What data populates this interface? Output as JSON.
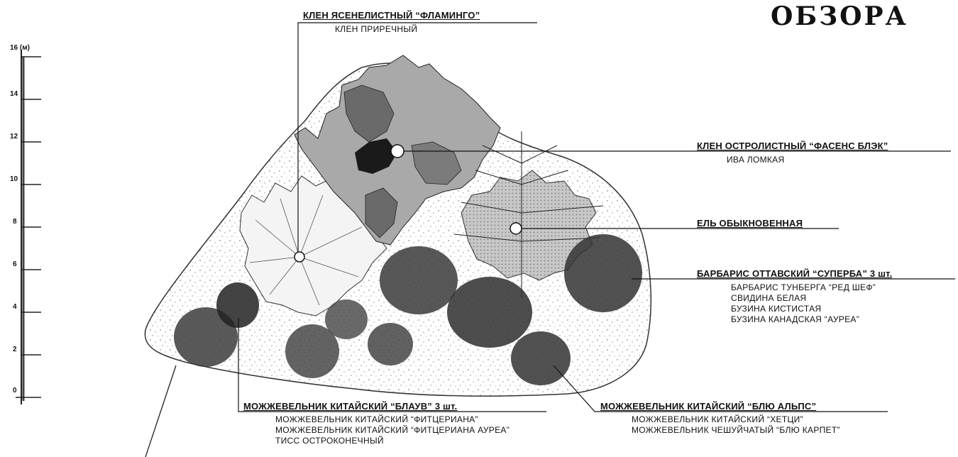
{
  "title": "ОБЗОРА",
  "scale": {
    "unit_label": "16 (м)",
    "ticks": [
      "14",
      "12",
      "10",
      "8",
      "6",
      "4",
      "2",
      "0"
    ]
  },
  "callouts": {
    "maple_flamingo": {
      "main": "КЛЕН ЯСЕНЕЛИСТНЫЙ “ФЛАМИНГО”",
      "alternatives": [
        "КЛЕН ПРИРЕЧНЫЙ"
      ]
    },
    "maple_faassens_black": {
      "main": "КЛЕН ОСТРОЛИСТНЫЙ “ФАСЕНС БЛЭК”",
      "alternatives": [
        "ИВА ЛОМКАЯ"
      ]
    },
    "spruce": {
      "main": "ЕЛЬ ОБЫКНОВЕННАЯ",
      "alternatives": []
    },
    "barberry": {
      "main": "БАРБАРИС ОТТАВСКИЙ “СУПЕРБА” 3 шт.",
      "alternatives": [
        "БАРБАРИС ТУНБЕРГА “РЕД ШЕФ”",
        "СВИДИНА БЕЛАЯ",
        "БУЗИНА КИСТИСТАЯ",
        "БУЗИНА КАНАДСКАЯ “АУРЕА”"
      ]
    },
    "juniper_blaauw": {
      "main": "МОЖЖЕВЕЛЬНИК КИТАЙСКИЙ “БЛАУВ” 3 шт.",
      "alternatives": [
        "МОЖЖЕВЕЛЬНИК КИТАЙСКИЙ “ФИТЦЕРИАНА”",
        "МОЖЖЕВЕЛЬНИК КИТАЙСКИЙ “ФИТЦЕРИАНА АУРЕА”",
        "ТИСС ОСТРОКОНЕЧНЫЙ"
      ]
    },
    "juniper_blue_alps": {
      "main": "МОЖЖЕВЕЛЬНИК КИТАЙСКИЙ “БЛЮ АЛЬПС”",
      "alternatives": [
        "МОЖЖЕВЕЛЬНИК КИТАЙСКИЙ “ХЕТЦИ”",
        "МОЖЖЕВЕЛЬНИК ЧЕШУЙЧАТЫЙ “БЛЮ КАРПЕТ”"
      ]
    }
  }
}
